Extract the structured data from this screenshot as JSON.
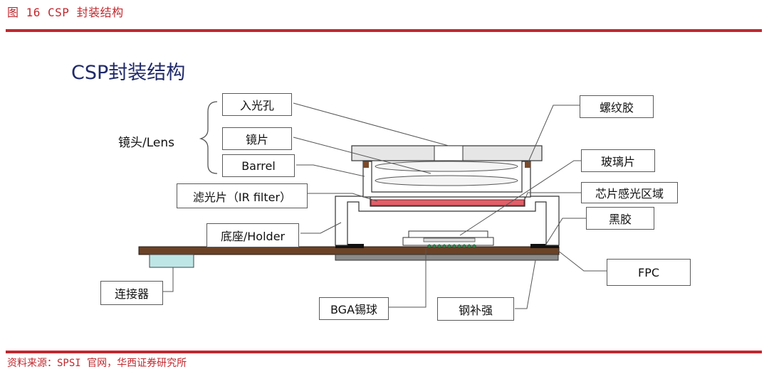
{
  "header": {
    "figure_title": "图 16  CSP 封装结构"
  },
  "diagram": {
    "title": "CSP封装结构"
  },
  "labels": {
    "aperture": "入光孔",
    "lens_piece": "镜片",
    "barrel": "Barrel",
    "lens_group": "镜头/Lens",
    "ir_filter": "滤光片（IR filter）",
    "holder": "底座/Holder",
    "connector": "连接器",
    "bga_ball": "BGA锡球",
    "thread_glue": "螺纹胶",
    "glass": "玻璃片",
    "sensor_area": "芯片感光区域",
    "black_glue": "黑胶",
    "fpc": "FPC",
    "steel_stiffener": "钢补强"
  },
  "colors": {
    "accent_red": "#c0282e",
    "title_navy": "#202a6a",
    "fpc_brown": "#6b4226",
    "ir_filter_red": "#e0606a",
    "connector_cyan": "#bfe6e6",
    "stiffener_gray": "#8a8a8a"
  },
  "footer": {
    "source": "资料来源：SPSI 官网，华西证券研究所"
  }
}
